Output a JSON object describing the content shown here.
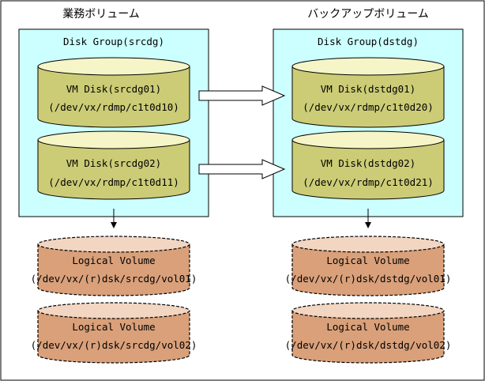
{
  "colors": {
    "frame_border": "#000000",
    "group_fill": "#ccffff",
    "vm_disk_fill": "#cccc77",
    "logical_volume_fill": "#d9a07a"
  },
  "left": {
    "heading": "業務ボリューム",
    "group_title": "Disk Group(srcdg)",
    "vm_disks": [
      {
        "name": "VM Disk(srcdg01)",
        "path": "(/dev/vx/rdmp/c1t0d10)"
      },
      {
        "name": "VM Disk(srcdg02)",
        "path": "(/dev/vx/rdmp/c1t0d11)"
      }
    ],
    "logical_volumes": [
      {
        "name": "Logical Volume",
        "path": "(/dev/vx/(r)dsk/srcdg/vol01)"
      },
      {
        "name": "Logical Volume",
        "path": "(/dev/vx/(r)dsk/srcdg/vol02)"
      }
    ]
  },
  "right": {
    "heading": "バックアップボリューム",
    "group_title": "Disk Group(dstdg)",
    "vm_disks": [
      {
        "name": "VM Disk(dstdg01)",
        "path": "(/dev/vx/rdmp/c1t0d20)"
      },
      {
        "name": "VM Disk(dstdg02)",
        "path": "(/dev/vx/rdmp/c1t0d21)"
      }
    ],
    "logical_volumes": [
      {
        "name": "Logical Volume",
        "path": "(/dev/vx/(r)dsk/dstdg/vol01)"
      },
      {
        "name": "Logical Volume",
        "path": "(/dev/vx/(r)dsk/dstdg/vol02)"
      }
    ]
  }
}
